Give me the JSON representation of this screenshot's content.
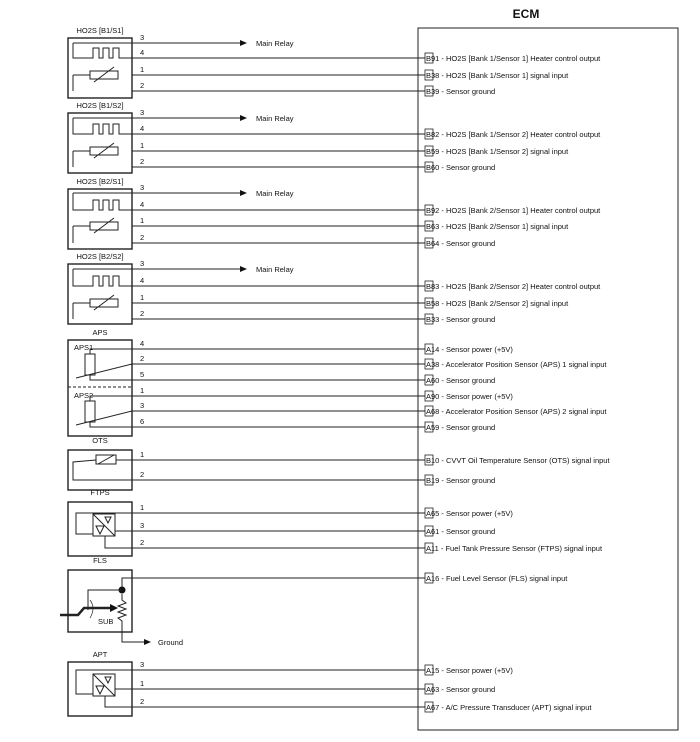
{
  "ecm": {
    "title": "ECM"
  },
  "arrows": {
    "main_relay": "Main Relay",
    "ground": "Ground"
  },
  "components": [
    {
      "name": "HO2S [B1/S1]",
      "type": "ho2s",
      "relay_pin": "3",
      "pins": [
        {
          "pin": "4",
          "letter": "B",
          "code": "91",
          "desc": " - HO2S [Bank 1/Sensor 1] Heater control output"
        },
        {
          "pin": "1",
          "letter": "B",
          "code": "38",
          "desc": " - HO2S [Bank 1/Sensor 1] signal input"
        },
        {
          "pin": "2",
          "letter": "B",
          "code": "39",
          "desc": " - Sensor ground"
        }
      ]
    },
    {
      "name": "HO2S [B1/S2]",
      "type": "ho2s",
      "relay_pin": "3",
      "pins": [
        {
          "pin": "4",
          "letter": "B",
          "code": "82",
          "desc": " - HO2S [Bank 1/Sensor 2] Heater control output"
        },
        {
          "pin": "1",
          "letter": "B",
          "code": "59",
          "desc": " - HO2S [Bank 1/Sensor 2] signal input"
        },
        {
          "pin": "2",
          "letter": "B",
          "code": "60",
          "desc": " - Sensor ground"
        }
      ]
    },
    {
      "name": "HO2S [B2/S1]",
      "type": "ho2s",
      "relay_pin": "3",
      "pins": [
        {
          "pin": "4",
          "letter": "B",
          "code": "92",
          "desc": " - HO2S [Bank 2/Sensor 1] Heater control output"
        },
        {
          "pin": "1",
          "letter": "B",
          "code": "63",
          "desc": " - HO2S [Bank 2/Sensor 1] signal input"
        },
        {
          "pin": "2",
          "letter": "B",
          "code": "64",
          "desc": " - Sensor ground"
        }
      ]
    },
    {
      "name": "HO2S [B2/S2]",
      "type": "ho2s",
      "relay_pin": "3",
      "pins": [
        {
          "pin": "4",
          "letter": "B",
          "code": "83",
          "desc": " - HO2S [Bank 2/Sensor 2] Heater control output"
        },
        {
          "pin": "1",
          "letter": "B",
          "code": "58",
          "desc": " - HO2S [Bank 2/Sensor 2] signal input"
        },
        {
          "pin": "2",
          "letter": "B",
          "code": "33",
          "desc": " - Sensor ground"
        }
      ]
    },
    {
      "name": "APS",
      "type": "aps",
      "sub": [
        "APS1",
        "APS2"
      ],
      "pins": [
        {
          "pin": "4",
          "letter": "A",
          "code": "14",
          "desc": " - Sensor power (+5V)"
        },
        {
          "pin": "2",
          "letter": "A",
          "code": "38",
          "desc": " - Accelerator Position Sensor (APS) 1 signal input"
        },
        {
          "pin": "5",
          "letter": "A",
          "code": "60",
          "desc": " - Sensor ground"
        },
        {
          "pin": "1",
          "letter": "A",
          "code": "90",
          "desc": " - Sensor power (+5V)"
        },
        {
          "pin": "3",
          "letter": "A",
          "code": "68",
          "desc": " - Accelerator Position Sensor (APS) 2 signal input"
        },
        {
          "pin": "6",
          "letter": "A",
          "code": "59",
          "desc": " - Sensor ground"
        }
      ]
    },
    {
      "name": "OTS",
      "type": "ots",
      "pins": [
        {
          "pin": "1",
          "letter": "B",
          "code": "10",
          "desc": " - CVVT Oil Temperature Sensor (OTS) signal input"
        },
        {
          "pin": "2",
          "letter": "B",
          "code": "19",
          "desc": " - Sensor ground"
        }
      ]
    },
    {
      "name": "FTPS",
      "type": "press",
      "pins": [
        {
          "pin": "1",
          "letter": "A",
          "code": "65",
          "desc": " - Sensor power (+5V)"
        },
        {
          "pin": "3",
          "letter": "A",
          "code": "61",
          "desc": " - Sensor ground"
        },
        {
          "pin": "2",
          "letter": "A",
          "code": "11",
          "desc": " - Fuel Tank Pressure Sensor (FTPS) signal input"
        }
      ]
    },
    {
      "name": "FLS",
      "type": "fls",
      "sub_label": "SUB",
      "pins": [
        {
          "pin": "",
          "letter": "A",
          "code": "16",
          "desc": " - Fuel Level Sensor (FLS) signal input"
        }
      ]
    },
    {
      "name": "APT",
      "type": "press",
      "pins": [
        {
          "pin": "3",
          "letter": "A",
          "code": "15",
          "desc": " - Sensor power (+5V)"
        },
        {
          "pin": "1",
          "letter": "A",
          "code": "63",
          "desc": " - Sensor ground"
        },
        {
          "pin": "2",
          "letter": "A",
          "code": "67",
          "desc": " - A/C Pressure Transducer (APT) signal input"
        }
      ]
    }
  ]
}
